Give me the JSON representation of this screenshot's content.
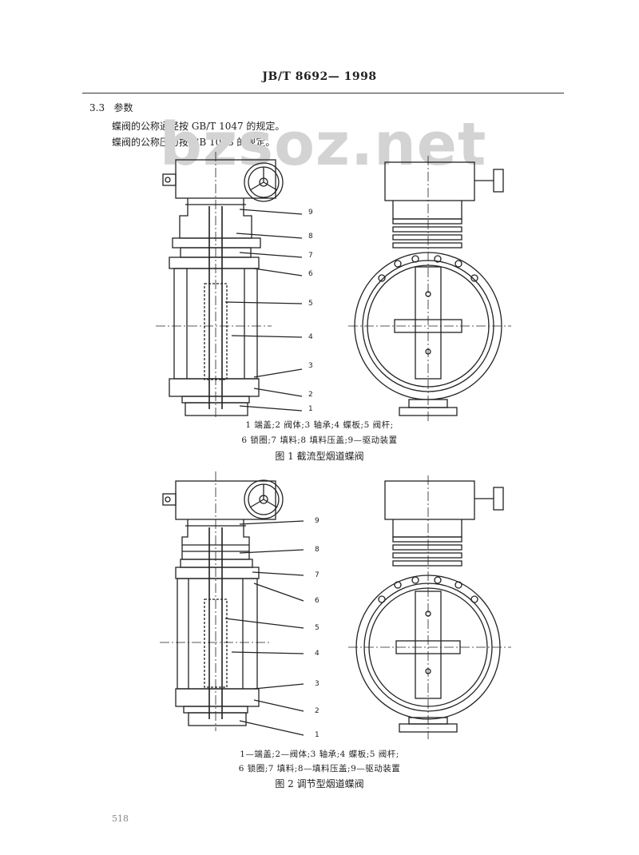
{
  "header": {
    "code": "JB/T 8692— 1998"
  },
  "section": {
    "number": "3.3",
    "title": "参数"
  },
  "paragraphs": [
    "蝶阀的公称通径按 GB/T 1047 的规定。",
    "蝶阀的公称压力按 GB 1048 的规定。"
  ],
  "watermark": "bzsoz.net",
  "figure1": {
    "legend_line1": "1  端盖;2  阀体;3  轴承;4  蝶板;5  阀杆;",
    "legend_line2": "6  锁圈;7  填料;8  填料压盖;9—驱动装置",
    "title": "图 1   截流型烟道蝶阀",
    "labels": [
      "9",
      "8",
      "7",
      "6",
      "5",
      "4",
      "3",
      "2",
      "1"
    ]
  },
  "figure2": {
    "legend_line1": "1—端盖;2—阀体;3  轴承;4  蝶板;5  阀杆;",
    "legend_line2": "6  锁圈;7  填料;8—填料压盖;9—驱动装置",
    "title": "图 2   调节型烟道蝶阀",
    "labels": [
      "9",
      "8",
      "7",
      "6",
      "5",
      "4",
      "3",
      "2",
      "1"
    ]
  },
  "page_number": "518"
}
